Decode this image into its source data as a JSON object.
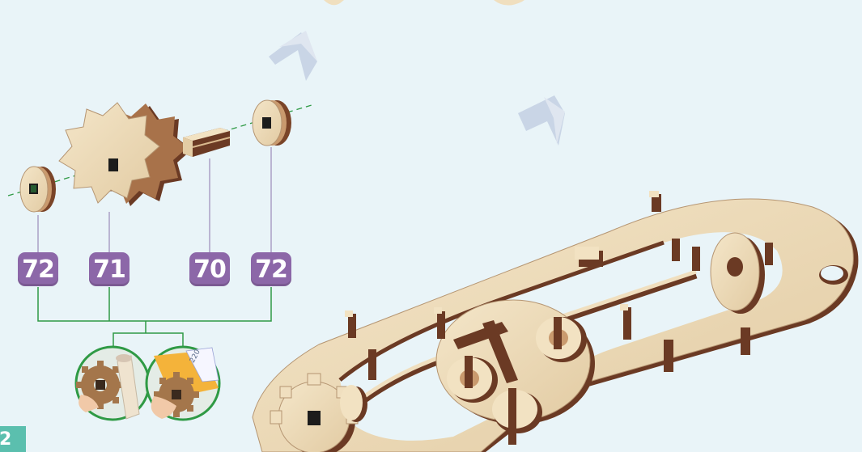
{
  "step": {
    "number": "2"
  },
  "parts": [
    {
      "id": "72",
      "label": "72"
    },
    {
      "id": "71",
      "label": "71"
    },
    {
      "id": "70",
      "label": "70"
    },
    {
      "id": "72b",
      "label": "72"
    }
  ],
  "tools": {
    "sandpaper_label": "220"
  },
  "colors": {
    "background": "#e9f4f8",
    "badge": "#8c67a8",
    "connector": "#2f9a45",
    "axis": "#2f9a45",
    "step_tab": "#5bbfae",
    "wood_light": "#ecd9b6",
    "wood_dark": "#6b3a24"
  },
  "icons": [
    "gear-with-pencil-icon",
    "gear-with-sandpaper-icon",
    "arrow-chevron-icon"
  ]
}
